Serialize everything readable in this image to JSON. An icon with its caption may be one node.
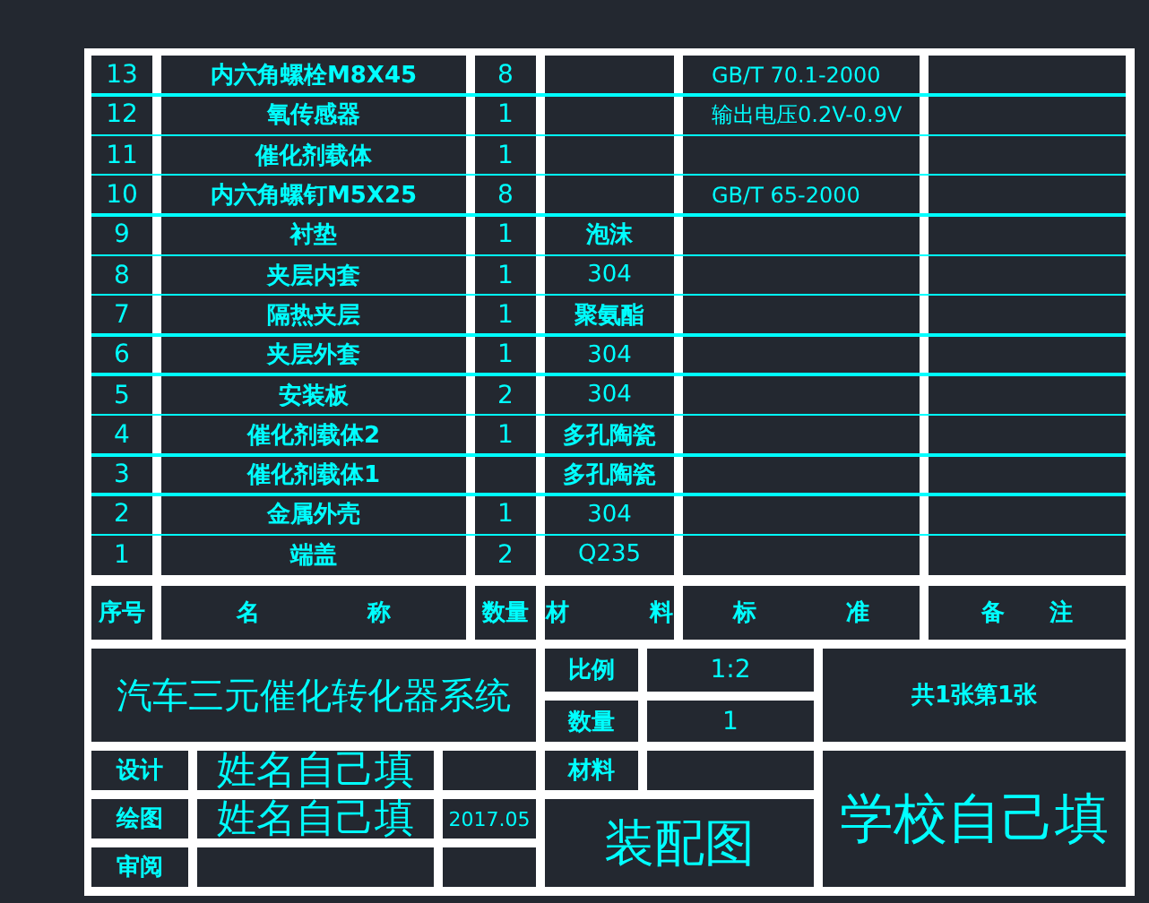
{
  "diagram": {
    "labels": [
      "13",
      "内六角螺栓M8X45",
      "8",
      "GB/T 70.1-2000",
      "12",
      "氧传感器",
      "1",
      "输出电压0.2V-0.9V",
      "11",
      "催化剂载体",
      "1",
      "10",
      "内六角螺钉M5X25",
      "8",
      "GB/T 65-2000",
      "9",
      "衬垫",
      "1",
      "泡沫",
      "8",
      "夹层内套",
      "1",
      "304",
      "7",
      "隔热夹层",
      "1",
      "聚氨酯",
      "6",
      "夹层外套",
      "1",
      "304",
      "5",
      "安装板",
      "2",
      "304",
      "4",
      "催化剂载体2",
      "1",
      "多孔陶瓷",
      "3",
      "催化剂载体1",
      "多孔陶瓷",
      "2",
      "金属外壳",
      "1",
      "304",
      "1",
      "端盖",
      "2",
      "Q235",
      "序号",
      "名称",
      "数量",
      "材料",
      "标准",
      "备注",
      "汽车三元催化转化器系统",
      "比例",
      "1:2",
      "共1张第1张",
      "数量",
      "1",
      "设计",
      "姓名自己填",
      "材料",
      "学校自己填",
      "绘图",
      "姓名自己填",
      "2017.05",
      "装配图",
      "审阅"
    ]
  }
}
